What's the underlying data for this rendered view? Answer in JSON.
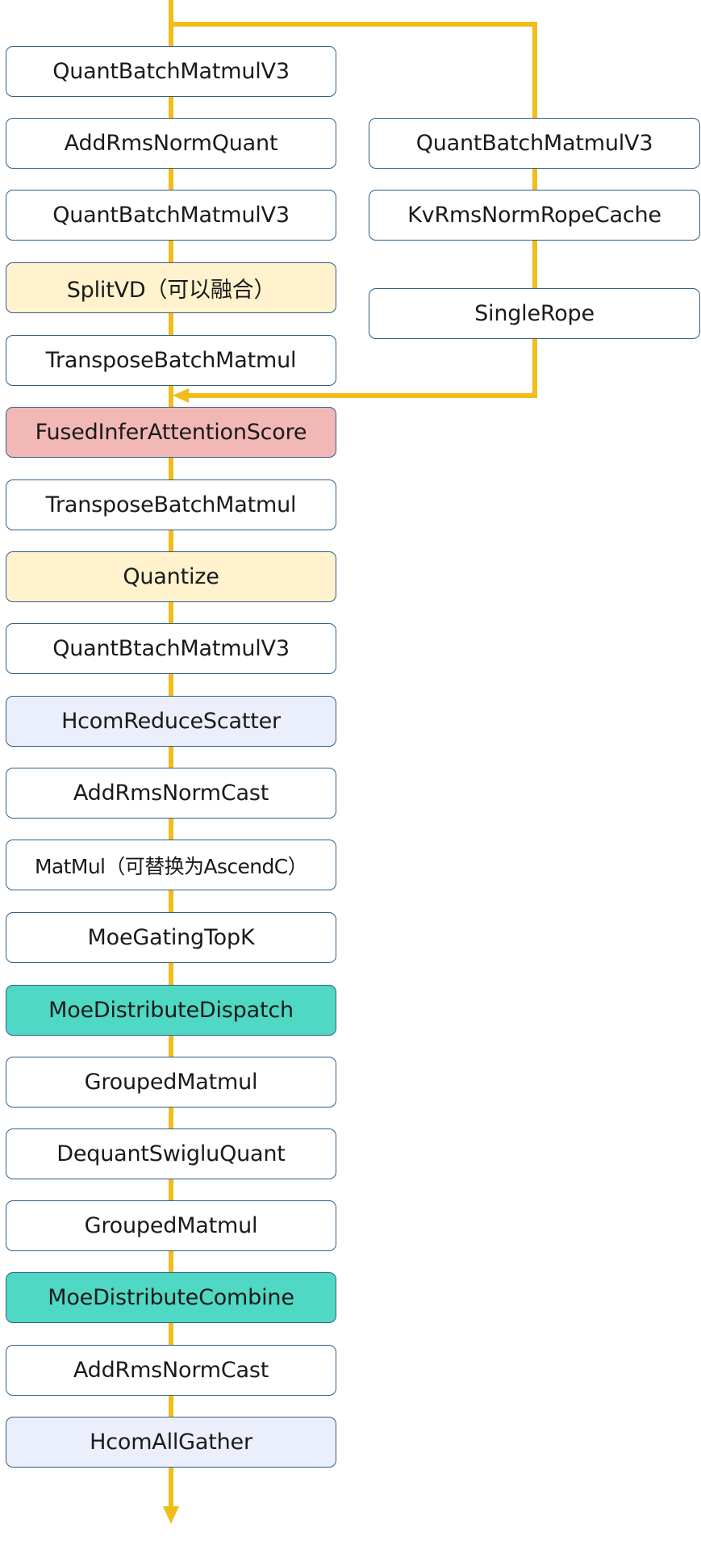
{
  "colors": {
    "line": "#f0bd1a",
    "border": "#2f5f8a",
    "white": "#ffffff",
    "yellow": "#fff2cc",
    "red": "#f2b8b5",
    "lavender": "#ebeefb",
    "teal": "#4fd8c4"
  },
  "main_nodes": [
    {
      "label": "QuantBatchMatmulV3",
      "color": "white"
    },
    {
      "label": "AddRmsNormQuant",
      "color": "white"
    },
    {
      "label": "QuantBatchMatmulV3",
      "color": "white"
    },
    {
      "label": "SplitVD（可以融合）",
      "color": "yellow"
    },
    {
      "label": "TransposeBatchMatmul",
      "color": "white"
    },
    {
      "label": "FusedInferAttentionScore",
      "color": "red"
    },
    {
      "label": "TransposeBatchMatmul",
      "color": "white"
    },
    {
      "label": "Quantize",
      "color": "yellow"
    },
    {
      "label": "QuantBtachMatmulV3",
      "color": "white"
    },
    {
      "label": "HcomReduceScatter",
      "color": "lavender"
    },
    {
      "label": "AddRmsNormCast",
      "color": "white"
    },
    {
      "label": "MatMul（可替换为AscendC）",
      "color": "white"
    },
    {
      "label": "MoeGatingTopK",
      "color": "white"
    },
    {
      "label": "MoeDistributeDispatch",
      "color": "teal"
    },
    {
      "label": "GroupedMatmul",
      "color": "white"
    },
    {
      "label": "DequantSwigluQuant",
      "color": "white"
    },
    {
      "label": "GroupedMatmul",
      "color": "white"
    },
    {
      "label": "MoeDistributeCombine",
      "color": "teal"
    },
    {
      "label": "AddRmsNormCast",
      "color": "white"
    },
    {
      "label": "HcomAllGather",
      "color": "lavender"
    }
  ],
  "branch_nodes": [
    {
      "label": "QuantBatchMatmulV3",
      "color": "white"
    },
    {
      "label": "KvRmsNormRopeCache",
      "color": "white"
    },
    {
      "label": "SingleRope",
      "color": "white"
    }
  ]
}
